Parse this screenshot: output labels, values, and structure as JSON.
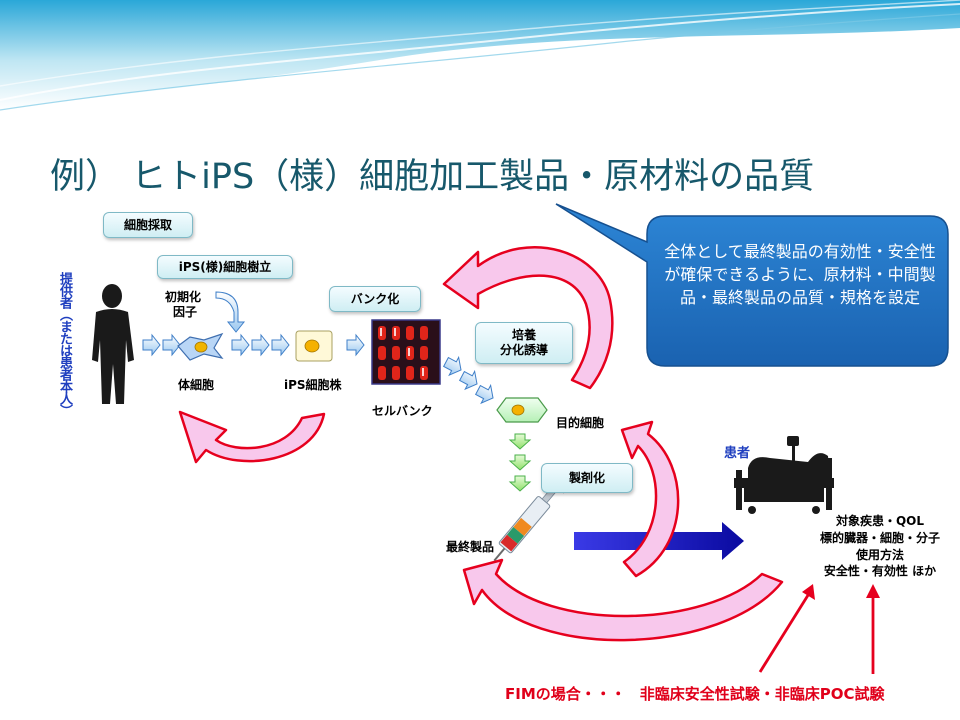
{
  "title": "例） ヒトiPS（様）細胞加工製品・原材料の品質",
  "callout": "全体として最終製品の有効性・安全性が確保できるように、原材料・中間製品・最終製品の品質・規格を設定",
  "provider": "提供者（または患者本人）",
  "steps": {
    "cell_collection": "細胞採取",
    "ips_establishment": "iPS(様)細胞樹立",
    "banking": "バンク化",
    "culture_line1": "培養",
    "culture_line2": "分化誘導",
    "formulation": "製剤化"
  },
  "labels": {
    "initial_factor_line1": "初期化",
    "initial_factor_line2": "因子",
    "somatic_cell": "体細胞",
    "ips_line": "iPS細胞株",
    "cell_bank": "セルバンク",
    "target_cell": "目的細胞",
    "final_product": "最終製品",
    "patient": "患者"
  },
  "outcomes": [
    "対象疾患・QOL",
    "標的臓器・細胞・分子",
    "使用方法",
    "安全性・有効性 ほか"
  ],
  "footer": {
    "prefix": "FIMの場合・・・",
    "tests": "非臨床安全性試験・非臨床POC試験"
  },
  "colors": {
    "title": "#17586b",
    "callout": "#1e73c4",
    "provider_text": "#1f3fbf",
    "footer_text": "#e0001a",
    "cycle_arrow_fill": "#f8c8ec",
    "cycle_arrow_border": "#e6001e",
    "flow_arrow": "#1a1aaa"
  },
  "icons": [
    "person-silhouette-icon",
    "somatic-cell-icon",
    "ips-cell-icon",
    "cell-bank-icon",
    "target-cell-icon",
    "syringe-icon",
    "patient-bed-icon"
  ]
}
